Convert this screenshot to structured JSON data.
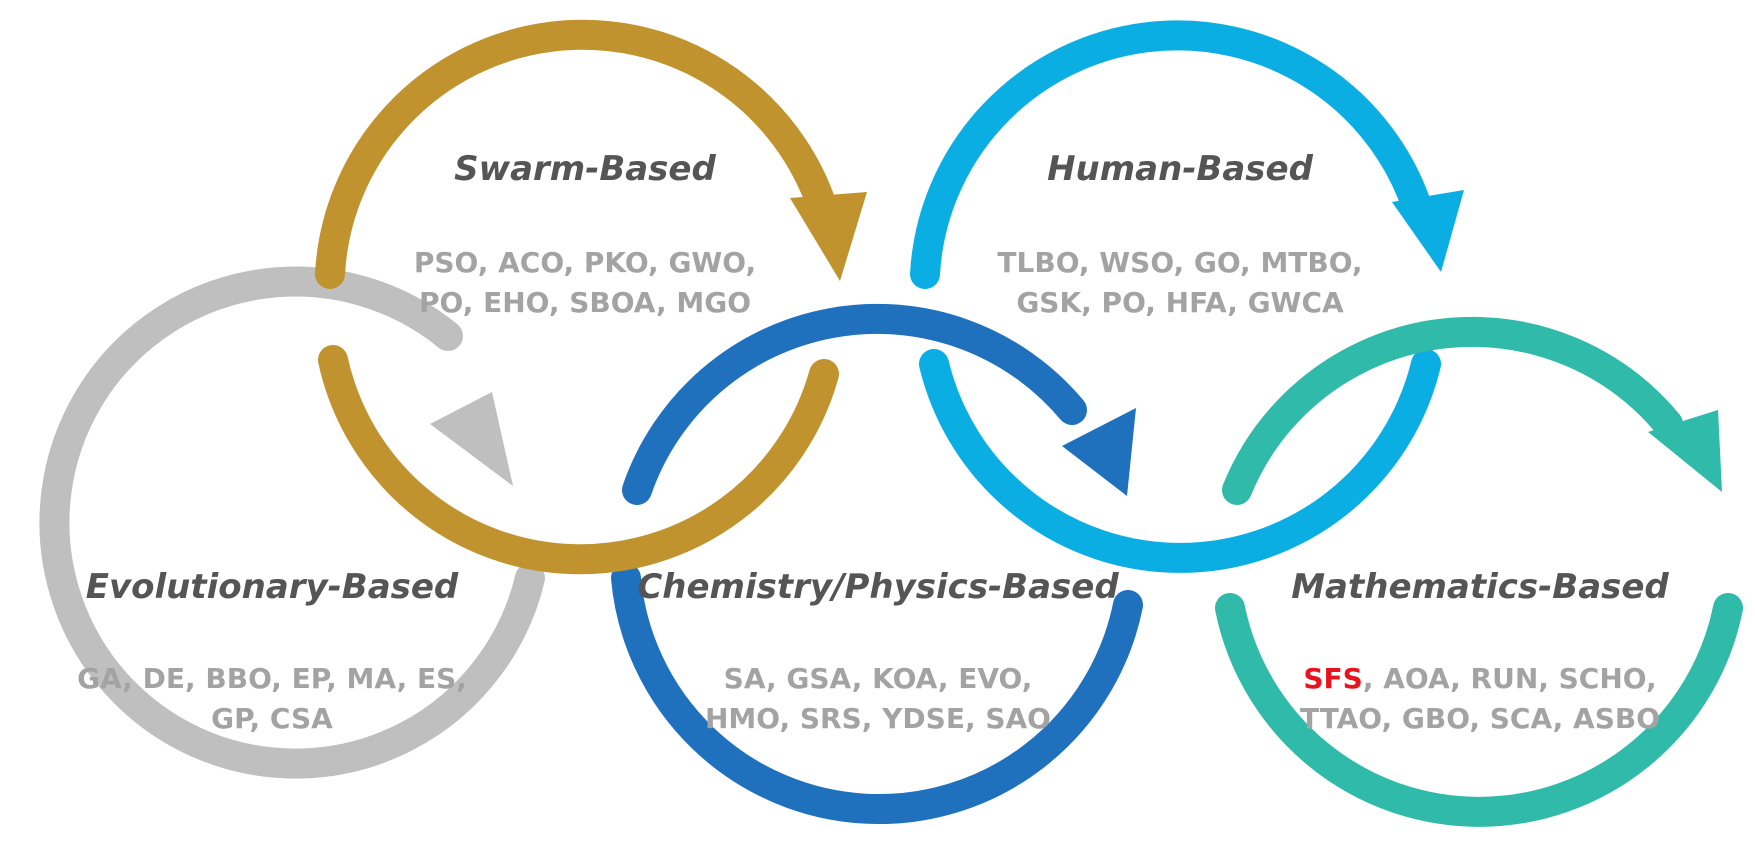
{
  "categories": {
    "swarm": {
      "title": "Swarm-Based",
      "line1": "PSO, ACO, PKO, GWO,",
      "line2": "PO, EHO, SBOA, MGO",
      "color": "#c0932e"
    },
    "human": {
      "title": "Human-Based",
      "line1": "TLBO, WSO, GO, MTBO,",
      "line2": "GSK, PO, HFA, GWCA",
      "color": "#0aaee3"
    },
    "evolutionary": {
      "title": "Evolutionary-Based",
      "line1": "GA, DE, BBO, EP, MA, ES,",
      "line2": "GP, CSA",
      "color": "#bfbfbf"
    },
    "chemistry": {
      "title": "Chemistry/Physics-Based",
      "line1": "SA, GSA, KOA, EVO,",
      "line2": "HMO, SRS, YDSE, SAO",
      "color": "#2071bd"
    },
    "mathematics": {
      "title": "Mathematics-Based",
      "highlight": "SFS",
      "line1_rest": ", AOA, RUN, SCHO,",
      "line2": "TTAO, GBO, SCA, ASBO",
      "color": "#2fbaa9",
      "highlight_color": "#e8141d"
    }
  }
}
